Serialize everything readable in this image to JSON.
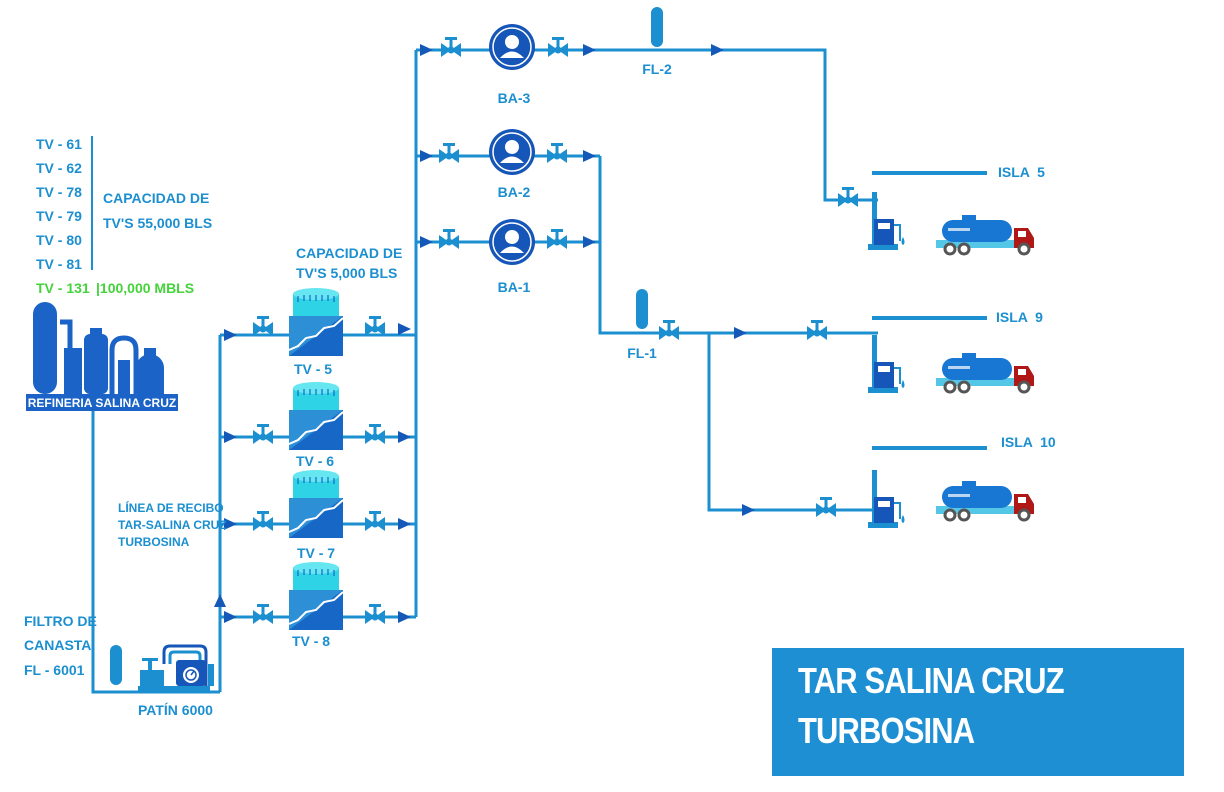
{
  "title": {
    "line1": "TAR SALINA CRUZ",
    "line2": "TURBOSINA"
  },
  "source_tanks": [
    "TV - 61",
    "TV - 62",
    "TV - 78",
    "TV - 79",
    "TV - 80",
    "TV - 81"
  ],
  "source_capacity": {
    "line1": "CAPACIDAD DE",
    "line2": "TV'S 55,000 BLS"
  },
  "tv131": {
    "tank": "TV - 131",
    "capacity": "|100,000 MBLS"
  },
  "refinery_label": "REFINERIA SALINA CRUZ",
  "filter": {
    "line1": "FILTRO DE",
    "line2": "CANASTA",
    "line3": "FL - 6001"
  },
  "patin_label": "PATÍN 6000",
  "receive_line": {
    "line1": "LÍNEA DE RECIBO",
    "line2": "TAR-SALINA CRUZ",
    "line3": "TURBOSINA"
  },
  "tank_capacity": {
    "line1": "CAPACIDAD DE",
    "line2": "TV'S 5,000 BLS"
  },
  "tanks": [
    "TV - 5",
    "TV - 6",
    "TV - 7",
    "TV - 8"
  ],
  "pumps": [
    "BA-3",
    "BA-2",
    "BA-1"
  ],
  "filters": [
    "FL-2",
    "FL-1"
  ],
  "islands": [
    "ISLA  5",
    "ISLA  9",
    "ISLA  10"
  ],
  "colors": {
    "pipe": "#1b8fd0",
    "arrow": "#1559b8",
    "label": "#1b8fd0",
    "highlight": "#45d23b",
    "title_bg": "#1e8fd3",
    "truck_cab": "#b01818",
    "truck_tank": "#1877d2"
  }
}
